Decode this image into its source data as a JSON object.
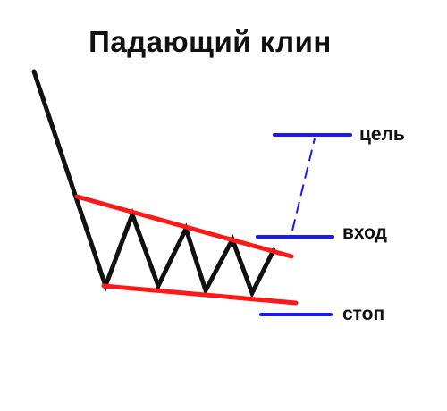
{
  "title": "Падающий клин",
  "labels": {
    "target": "цель",
    "entry": "вход",
    "stop": "стоп"
  },
  "colors": {
    "price_line": "#111111",
    "wedge_lines": "#ff1a1a",
    "levels": "#1a1aff",
    "text": "#111111",
    "background": "#ffffff"
  }
}
